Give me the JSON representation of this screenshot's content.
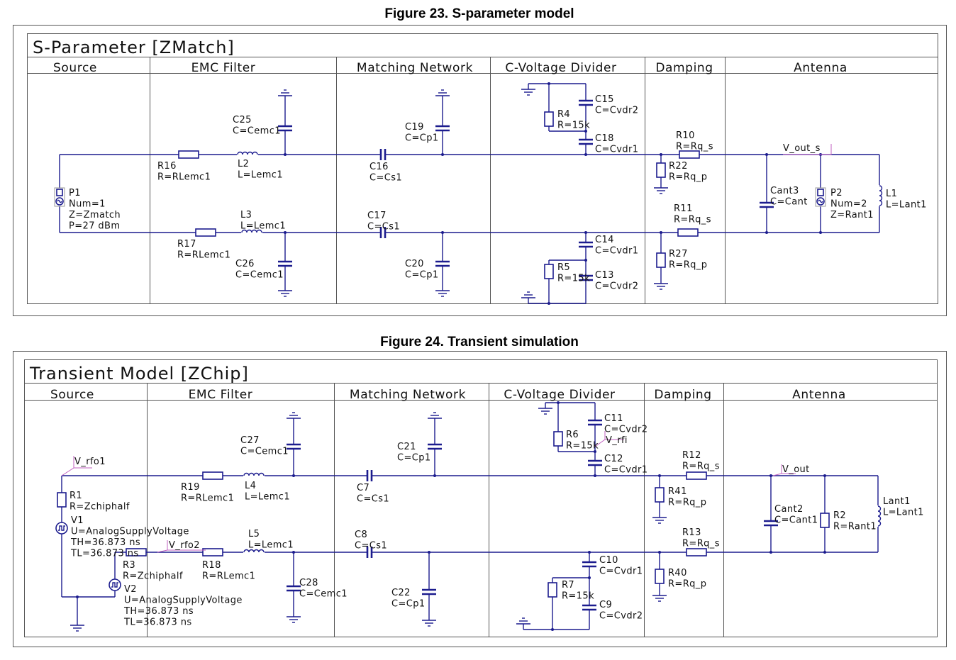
{
  "figures": [
    {
      "caption": "Figure 23. S-parameter model",
      "title": "S-Parameter [ZMatch]",
      "sections": [
        "Source",
        "EMC Filter",
        "Matching Network",
        "C-Voltage Divider",
        "Damping",
        "Antenna"
      ],
      "labels": {
        "P1": [
          "P1",
          "Num=1",
          "Z=Zmatch",
          "P=27 dBm"
        ],
        "R16": [
          "R16",
          "R=RLemc1"
        ],
        "L2": [
          "L2",
          "L=Lemc1"
        ],
        "C25": [
          "C25",
          "C=Cemc1"
        ],
        "R17": [
          "R17",
          "R=RLemc1"
        ],
        "L3": [
          "L3",
          "L=Lemc1"
        ],
        "C26": [
          "C26",
          "C=Cemc1"
        ],
        "C16": [
          "C16",
          "C=Cs1"
        ],
        "C17": [
          "C17",
          "C=Cs1"
        ],
        "C19": [
          "C19",
          "C=Cp1"
        ],
        "C20": [
          "C20",
          "C=Cp1"
        ],
        "C15": [
          "C15",
          "C=Cvdr2"
        ],
        "R4": [
          "R4",
          "R=15k"
        ],
        "C18": [
          "C18",
          "C=Cvdr1"
        ],
        "C14": [
          "C14",
          "C=Cvdr1"
        ],
        "R5": [
          "R5",
          "R=15k"
        ],
        "C13": [
          "C13",
          "C=Cvdr2"
        ],
        "R10": [
          "R10",
          "R=Rq_s"
        ],
        "R22": [
          "R22",
          "R=Rq_p"
        ],
        "R11": [
          "R11",
          "R=Rq_s"
        ],
        "R27": [
          "R27",
          "R=Rq_p"
        ],
        "Cant3": [
          "Cant3",
          "C=Cant"
        ],
        "P2": [
          "P2",
          "Num=2",
          "Z=Rant1"
        ],
        "L1": [
          "L1",
          "L=Lant1"
        ]
      },
      "nets": {
        "V_out_s": "V_out_s"
      }
    },
    {
      "caption": "Figure 24. Transient simulation",
      "title": "Transient Model [ZChip]",
      "sections": [
        "Source",
        "EMC Filter",
        "Matching Network",
        "C-Voltage Divider",
        "Damping",
        "Antenna"
      ],
      "labels": {
        "R1": [
          "R1",
          "R=Zchiphalf"
        ],
        "V1": [
          "V1",
          "U=AnalogSupplyVoltage",
          "TH=36.873 ns",
          "TL=36.873 ns"
        ],
        "R3": [
          "R3",
          "R=Zchiphalf"
        ],
        "V2": [
          "V2",
          "U=AnalogSupplyVoltage",
          "TH=36.873 ns",
          "TL=36.873 ns"
        ],
        "R19": [
          "R19",
          "R=RLemc1"
        ],
        "L4": [
          "L4",
          "L=Lemc1"
        ],
        "C27": [
          "C27",
          "C=Cemc1"
        ],
        "R18": [
          "R18",
          "R=RLemc1"
        ],
        "L5": [
          "L5",
          "L=Lemc1"
        ],
        "C28": [
          "C28",
          "C=Cemc1"
        ],
        "C7": [
          "C7",
          "C=Cs1"
        ],
        "C8": [
          "C8",
          "C=Cs1"
        ],
        "C21": [
          "C21",
          "C=Cp1"
        ],
        "C22": [
          "C22",
          "C=Cp1"
        ],
        "C11": [
          "C11",
          "C=Cvdr2"
        ],
        "R6": [
          "R6",
          "R=15k"
        ],
        "C12": [
          "C12",
          "C=Cvdr1"
        ],
        "C10": [
          "C10",
          "C=Cvdr1"
        ],
        "R7": [
          "R7",
          "R=15k"
        ],
        "C9": [
          "C9",
          "C=Cvdr2"
        ],
        "R12": [
          "R12",
          "R=Rq_s"
        ],
        "R41": [
          "R41",
          "R=Rq_p"
        ],
        "R13": [
          "R13",
          "R=Rq_s"
        ],
        "R40": [
          "R40",
          "R=Rq_p"
        ],
        "Cant2": [
          "Cant2",
          "C=Cant1"
        ],
        "R2": [
          "R2",
          "R=Rant1"
        ],
        "Lant1": [
          "Lant1",
          "L=Lant1"
        ]
      },
      "nets": {
        "V_rfo1": "V_rfo1",
        "V_rfo2": "V_rfo2",
        "V_rfi": "V_rfi",
        "V_out": "V_out"
      }
    }
  ]
}
